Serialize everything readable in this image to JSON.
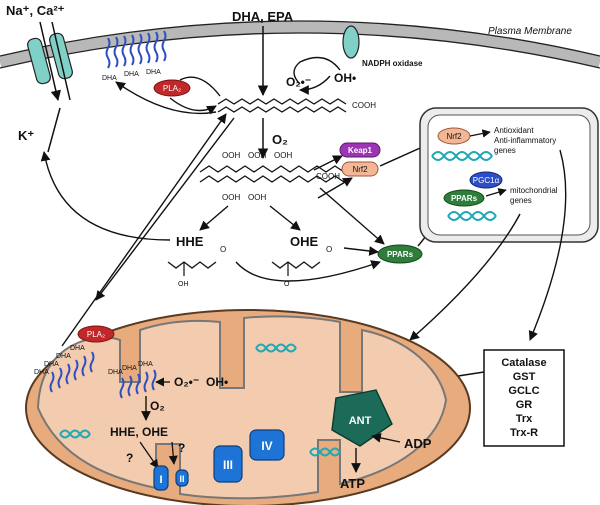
{
  "labels": {
    "ions_in": "Na⁺, Ca²⁺",
    "k_out": "K⁺",
    "dha_epa": "DHA, EPA",
    "plasma_membrane": "Plasma Membrane",
    "nadph_oxidase": "NADPH oxidase",
    "superoxide": "O₂•⁻",
    "hydroxyl": "OH•",
    "o2_top": "O₂",
    "pla2_top": "PLA₂",
    "pla2_mito": "PLA₂",
    "dha": "DHA",
    "cooh_1": "COOH",
    "cooh_2": "COOH",
    "ooh": "OOH",
    "hhe": "HHE",
    "ohe": "OHE",
    "oh_group": "OH",
    "keto_o": "O",
    "keap1": "Keap1",
    "nrf2": "Nrf2",
    "nrf2_nucleus": "Nrf2",
    "ppars": "PPARs",
    "ppars_nucleus": "PPARs",
    "pgc1a": "PGC1α",
    "antioxidant_genes_1": "Antioxidant",
    "antioxidant_genes_2": "Anti-inflammatory",
    "antioxidant_genes_3": "genes",
    "mito_genes_1": "mitochondrial",
    "mito_genes_2": "genes",
    "mito_o2": "O₂",
    "mito_superoxide": "O₂•⁻",
    "mito_hydroxyl": "OH•",
    "hhe_ohe": "HHE, OHE",
    "question": "?",
    "complex_1": "I",
    "complex_2": "II",
    "complex_3": "III",
    "complex_4": "IV",
    "ant": "ANT",
    "adp": "ADP",
    "atp": "ATP"
  },
  "enzymes_box": [
    "Catalase",
    "GST",
    "GCLC",
    "GR",
    "Trx",
    "Trx-R"
  ],
  "colors": {
    "membrane": "#bbbbbb",
    "phospholipid": "#2f4fbf",
    "pla2": "#c0282a",
    "keap1": "#9b35b5",
    "nrf2": "#f3b796",
    "ppars": "#2e7d3a",
    "pgc1a": "#2c4ec8",
    "dna": "#1fa9b5",
    "mito_outer": "#e7ab7d",
    "mito_matrix": "#f3ccb0",
    "complex": "#1e73d6",
    "ant": "#1b6b58",
    "channel": "#7fd1c7"
  }
}
